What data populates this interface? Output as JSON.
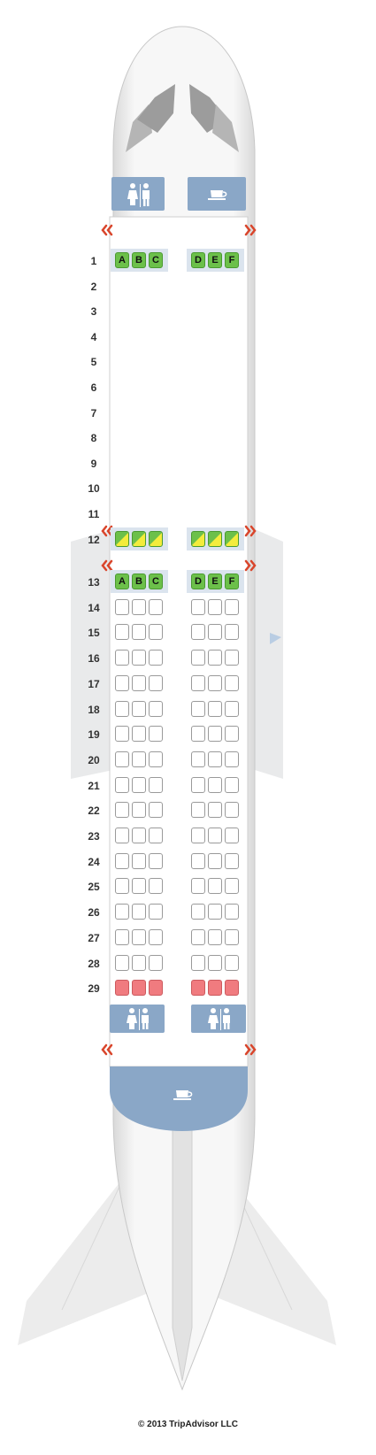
{
  "copyright": "© 2013 TripAdvisor LLC",
  "rows": [
    "1",
    "2",
    "3",
    "4",
    "5",
    "6",
    "7",
    "8",
    "9",
    "10",
    "11",
    "12",
    "13",
    "14",
    "15",
    "16",
    "17",
    "18",
    "19",
    "20",
    "21",
    "22",
    "23",
    "24",
    "25",
    "26",
    "27",
    "28",
    "29"
  ],
  "seat_letters_left": [
    "A",
    "B",
    "C"
  ],
  "seat_letters_right": [
    "D",
    "E",
    "F"
  ],
  "seat_map": {
    "row_1": "premium-green-labeled",
    "rows_2_to_11": "no seats",
    "row_12": "exit-row-green-yellow",
    "row_13": "premium-green-labeled",
    "rows_14_to_28": "standard",
    "row_29": "restricted-red"
  },
  "colors": {
    "fuselage": "#f2f2f2",
    "facility": "#8aa7c7",
    "seat_green": "#6cc04a",
    "seat_yellow": "#f3ec3c",
    "seat_red": "#f07b7f",
    "exit_arrow": "#d9452b"
  },
  "icons": {
    "front_lavatory": "lavatory-icon",
    "front_galley": "galley-icon",
    "rear_lavatory_left": "lavatory-icon",
    "rear_lavatory_right": "lavatory-icon",
    "rear_galley": "galley-icon",
    "exit_arrows": "exit-arrow-icon"
  }
}
